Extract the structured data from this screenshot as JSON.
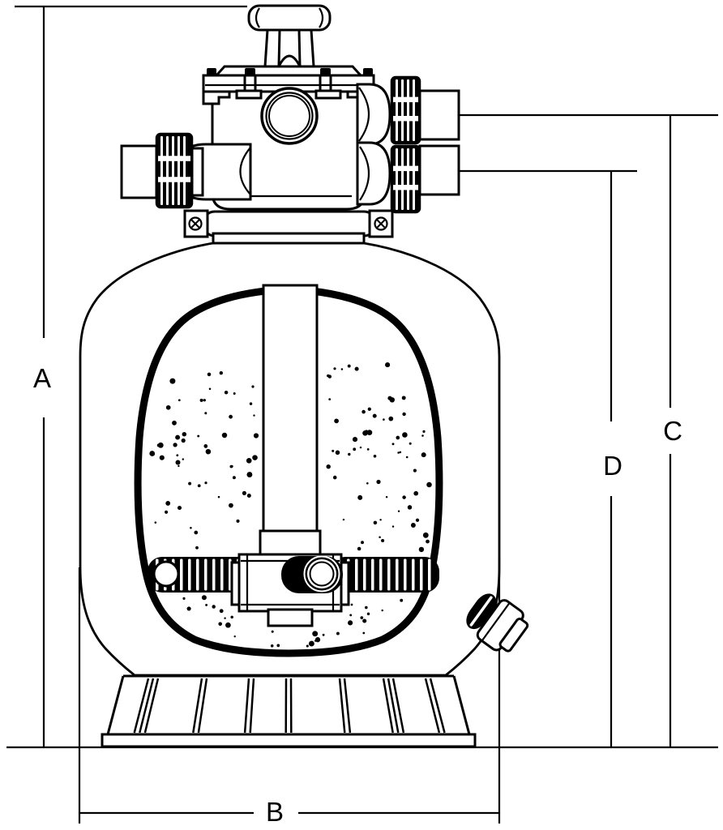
{
  "diagram": {
    "background_color": "#ffffff",
    "line_color": "#000000",
    "dimension_labels": {
      "a": "A",
      "b": "B",
      "c": "C",
      "d": "D"
    }
  }
}
